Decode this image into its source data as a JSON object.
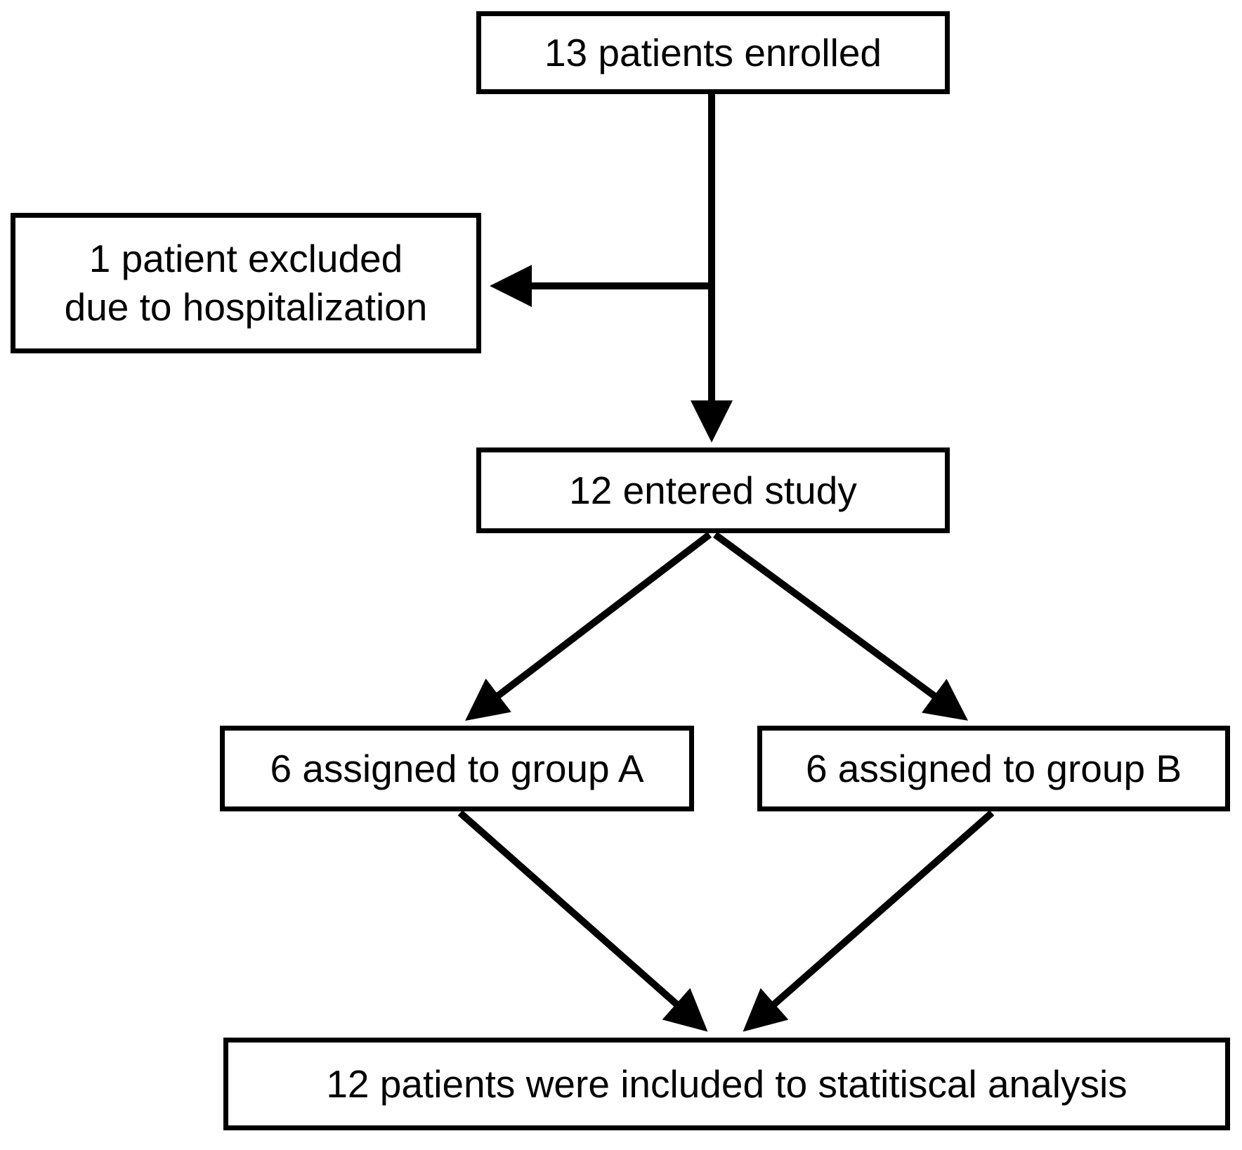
{
  "figure_type": "patient-enrollment-flow-diagram",
  "colors": {
    "ink": "#000000",
    "background": "#ffffff",
    "box_fill": "#ffffff"
  },
  "nodes": {
    "enrolled": {
      "label": "13 patients enrolled"
    },
    "excluded": {
      "label": "1 patient excluded\ndue to hospitalization"
    },
    "entered": {
      "label": "12 entered study"
    },
    "group_a": {
      "label": "6 assigned to group A"
    },
    "group_b": {
      "label": "6 assigned to group B"
    },
    "analysis": {
      "label": "12 patients were included to statitiscal analysis"
    }
  },
  "edges": [
    {
      "from": "enrolled",
      "to": "entered"
    },
    {
      "from": "enrolled",
      "to": "excluded"
    },
    {
      "from": "entered",
      "to": "group_a"
    },
    {
      "from": "entered",
      "to": "group_b"
    },
    {
      "from": "group_a",
      "to": "analysis"
    },
    {
      "from": "group_b",
      "to": "analysis"
    }
  ]
}
